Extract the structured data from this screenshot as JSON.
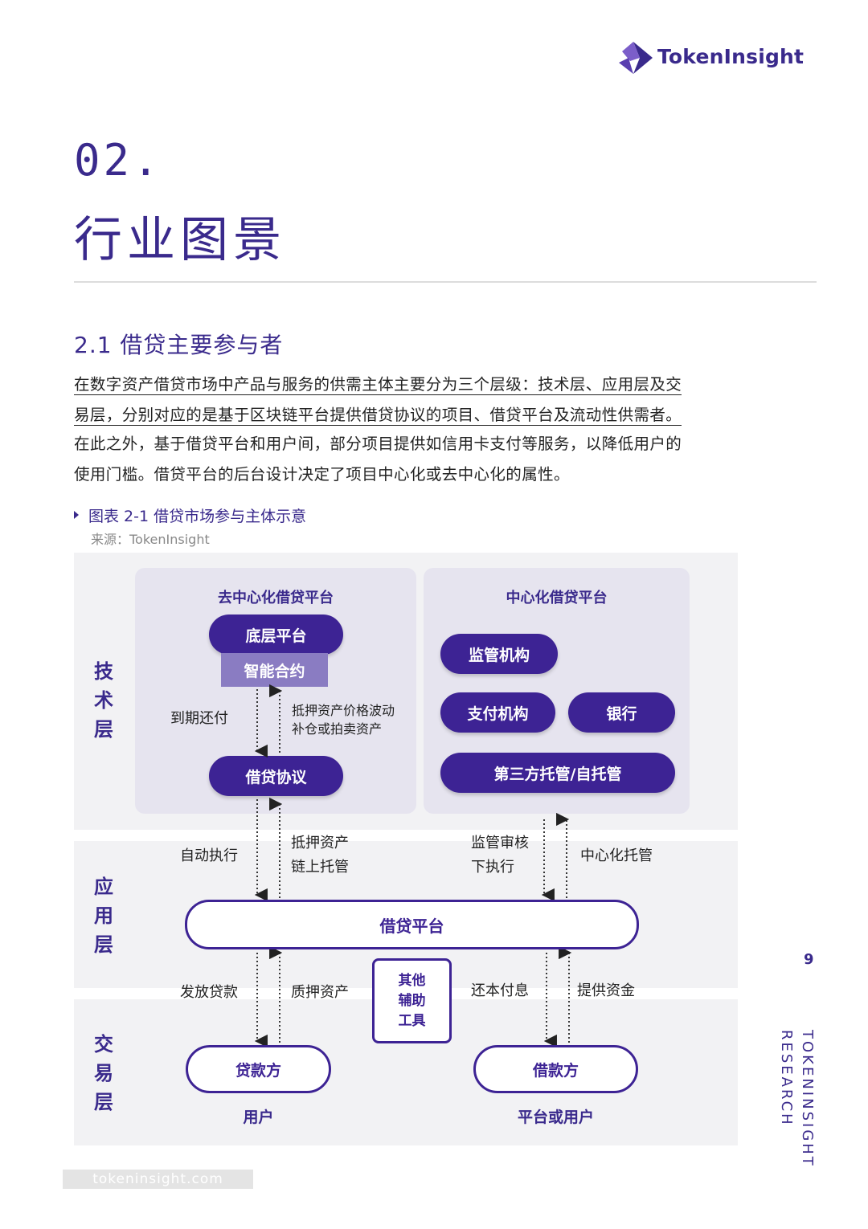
{
  "brand": {
    "name": "TokenInsight"
  },
  "chapter": {
    "number": "02.",
    "title": "行业图景"
  },
  "section": {
    "title": "2.1 借贷主要参与者",
    "paragraph_lines": [
      "在数字资产借贷市场中产品与服务的供需主体主要分为三个层级：技术层、应用层及交",
      "易层，分别对应的是基于区块链平台提供借贷协议的项目、借贷平台及流动性供需者。",
      "在此之外，基于借贷平台和用户间，部分项目提供如信用卡支付等服务，以降低用户的",
      "使用门槛。借贷平台的后台设计决定了项目中心化或去中心化的属性。"
    ]
  },
  "figure": {
    "title": "图表 2-1 借贷市场参与主体示意",
    "source": "来源：TokenInsight"
  },
  "diagram": {
    "layers": {
      "tech": "技术层",
      "app": "应用层",
      "trade": "交易层"
    },
    "decentral_panel": {
      "title": "去中心化借贷平台",
      "base": "底层平台",
      "smart_contract": "智能合约",
      "protocol": "借贷协议",
      "left_flow": "到期还付",
      "right_flow_line1": "抵押资产价格波动",
      "right_flow_line2": "补仓或拍卖资产"
    },
    "central_panel": {
      "title": "中心化借贷平台",
      "regulator": "监管机构",
      "payment": "支付机构",
      "bank": "银行",
      "custody": "第三方托管/自托管"
    },
    "upper_flows": {
      "auto_exec": "自动执行",
      "collateral_line1": "抵押资产",
      "collateral_line2": "链上托管",
      "reg_line1": "监管审核",
      "reg_line2": "下执行",
      "central_custody": "中心化托管"
    },
    "platform": "借贷平台",
    "lower_flows": {
      "issue_loan": "发放贷款",
      "pledge": "质押资产",
      "repay": "还本付息",
      "provide_funds": "提供资金"
    },
    "aux_tools_lines": [
      "其他",
      "辅助",
      "工具"
    ],
    "lender": "贷款方",
    "lender_caption": "用户",
    "borrower": "借款方",
    "borrower_caption": "平台或用户"
  },
  "footer": {
    "url": "tokeninsight.com",
    "page": "9",
    "vertical_line1": "TOKENINSIGHT",
    "vertical_line2": "RESEARCH"
  }
}
